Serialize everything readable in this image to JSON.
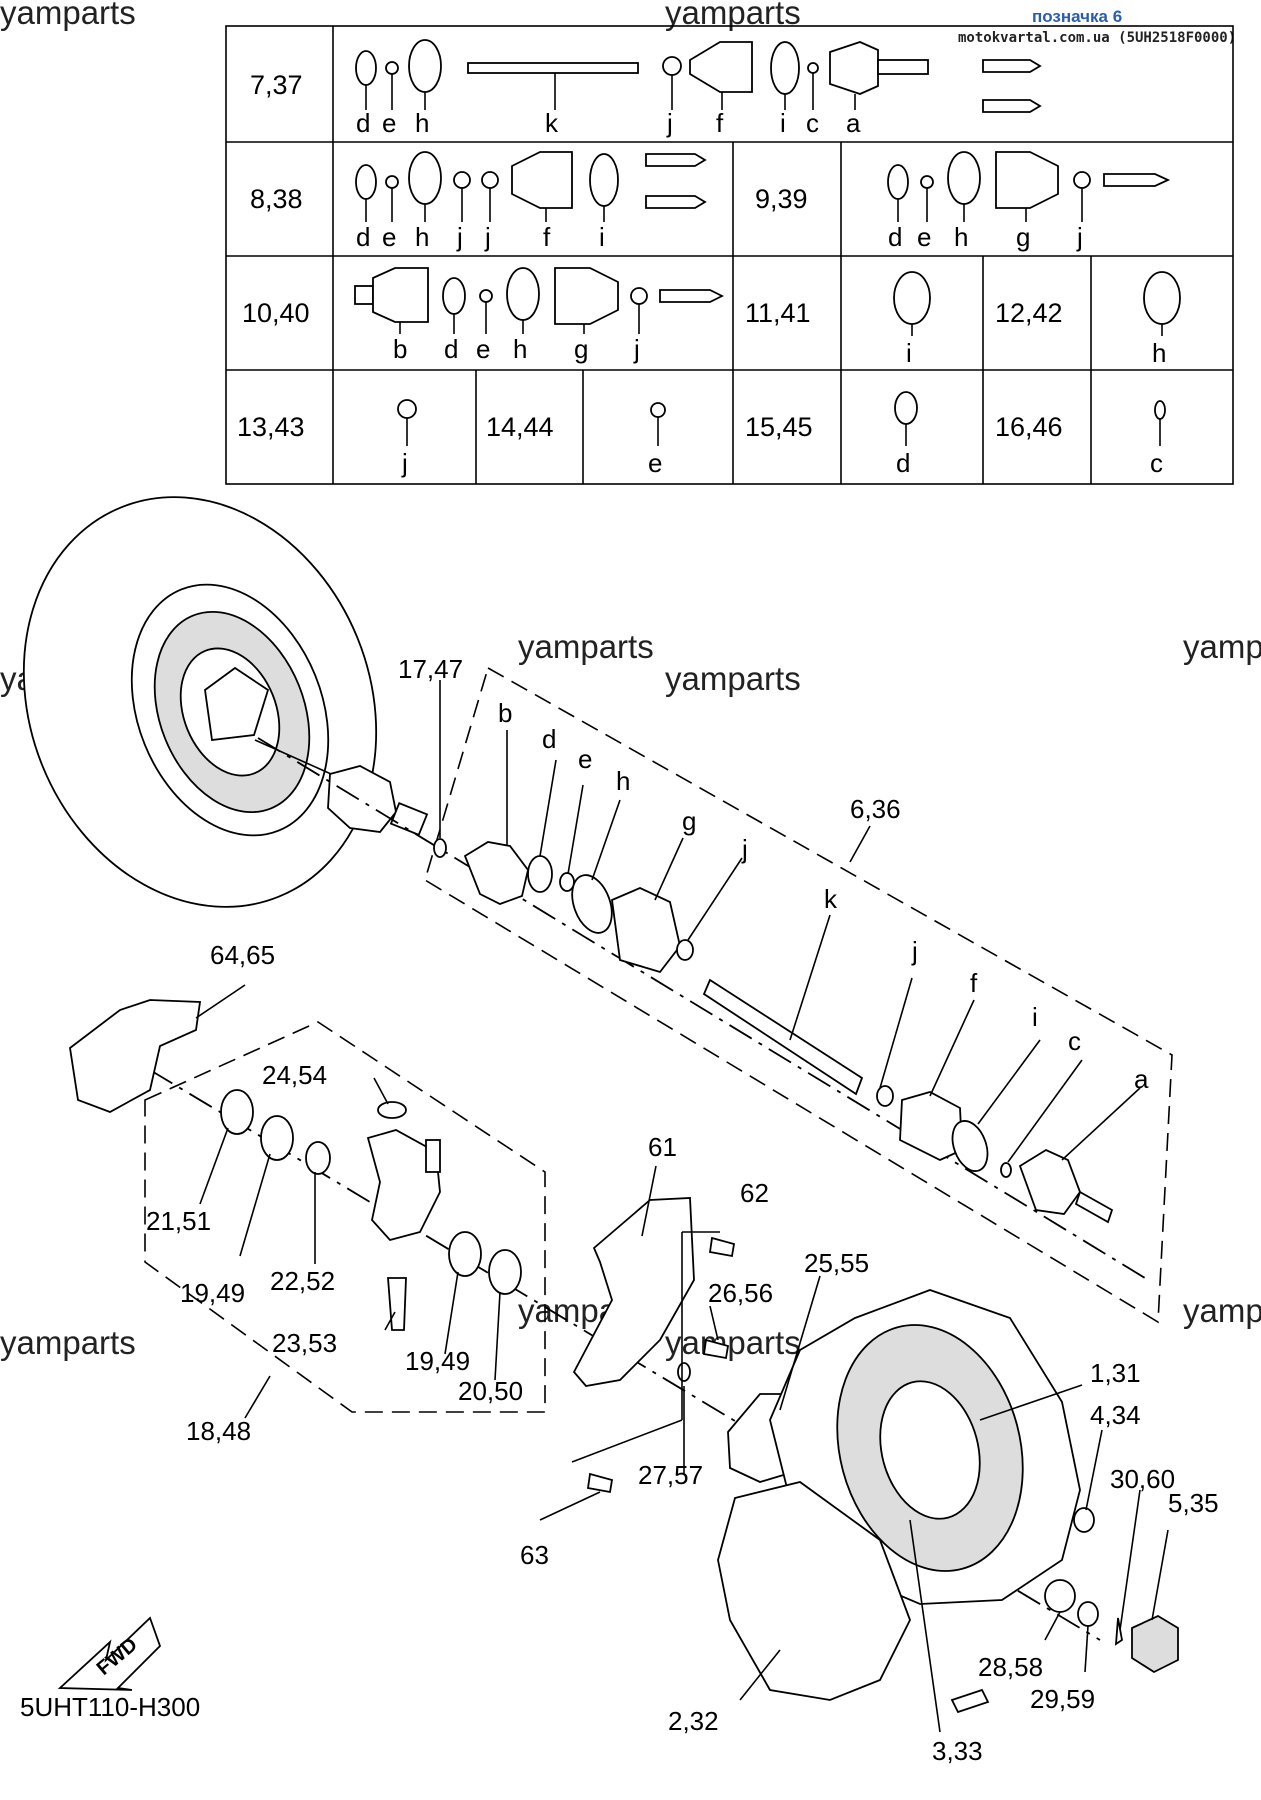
{
  "header": {
    "title": "позначка 6",
    "site": "motokvartal.com.ua (5UH2518F0000)"
  },
  "watermark": "yamparts",
  "table": {
    "rows": [
      {
        "cells": [
          {
            "label": "7,37",
            "parts": [
              "d",
              "e",
              "h",
              "k",
              "j",
              "f",
              "i",
              "c",
              "a"
            ]
          }
        ]
      },
      {
        "cells": [
          {
            "label": "8,38",
            "parts": [
              "d",
              "e",
              "h",
              "j",
              "j",
              "f",
              "i"
            ]
          },
          {
            "label": "9,39",
            "parts": [
              "d",
              "e",
              "h",
              "g",
              "j"
            ]
          }
        ]
      },
      {
        "cells": [
          {
            "label": "10,40",
            "parts": [
              "b",
              "d",
              "e",
              "h",
              "g",
              "j"
            ]
          },
          {
            "label": "11,41",
            "parts": [
              "i"
            ]
          },
          {
            "label": "12,42",
            "parts": [
              "h"
            ]
          }
        ]
      },
      {
        "cells": [
          {
            "label": "13,43",
            "parts": [
              "j"
            ]
          },
          {
            "label": "14,44",
            "parts": [
              "e"
            ]
          },
          {
            "label": "15,45",
            "parts": [
              "d"
            ]
          },
          {
            "label": "16,46",
            "parts": [
              "c"
            ]
          }
        ]
      }
    ]
  },
  "callouts": {
    "c17": "17,47",
    "c636": "6,36",
    "c6465": "64,65",
    "c2454": "24,54",
    "c61": "61",
    "c62": "62",
    "c2555": "25,55",
    "c2151": "21,51",
    "c1949a": "19,49",
    "c2252": "22,52",
    "c2656": "26,56",
    "c2353": "23,53",
    "c1949b": "19,49",
    "c2050": "20,50",
    "c131": "1,31",
    "c434": "4,34",
    "c1848": "18,48",
    "c2757": "27,57",
    "c3060": "30,60",
    "c535": "5,35",
    "c63": "63",
    "c2858": "28,58",
    "c2959": "29,59",
    "c232": "2,32",
    "c333": "3,33"
  },
  "diagram_letters": {
    "b": "b",
    "d": "d",
    "e": "e",
    "h": "h",
    "g": "g",
    "j1": "j",
    "k": "k",
    "j2": "j",
    "f": "f",
    "i": "i",
    "c": "c",
    "a": "a"
  },
  "fwd_label": "FWD",
  "diagram_code": "5UHT110-H300"
}
